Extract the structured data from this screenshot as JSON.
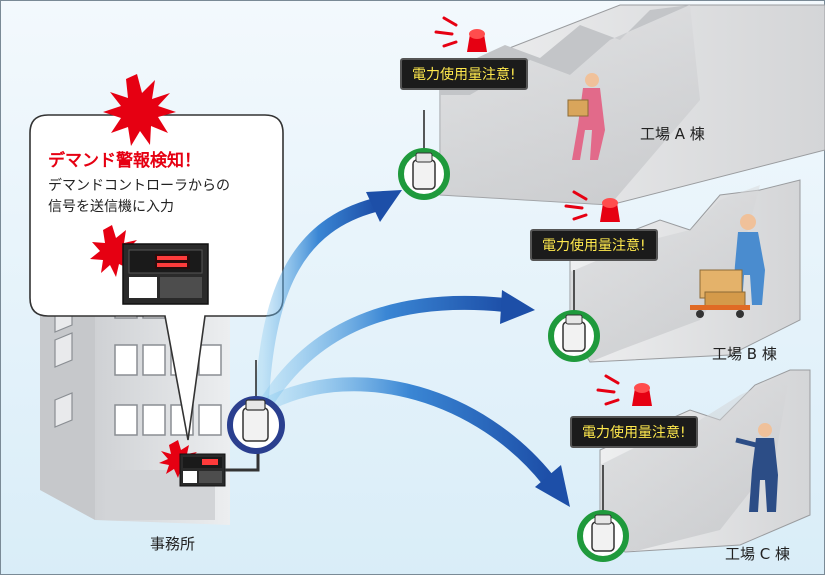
{
  "callout": {
    "title": "デマンド警報検知！",
    "line1": "デマンドコントローラからの",
    "line2": "信号を送信機に入力"
  },
  "office": {
    "label": "事務所"
  },
  "factories": [
    {
      "name": "工場 A 棟",
      "sign": "電力使用量注意!"
    },
    {
      "name": "工場 B 棟",
      "sign": "電力使用量注意!"
    },
    {
      "name": "工場 C 棟",
      "sign": "電力使用量注意!"
    }
  ],
  "colors": {
    "background": "#e6f3fb",
    "alert_red": "#e60012",
    "arrow_blue": "#1d4fa8",
    "receiver_ring": "#1f9a3c",
    "transmitter_ring": "#2a3f8f",
    "sign_text": "#ffe94d"
  }
}
